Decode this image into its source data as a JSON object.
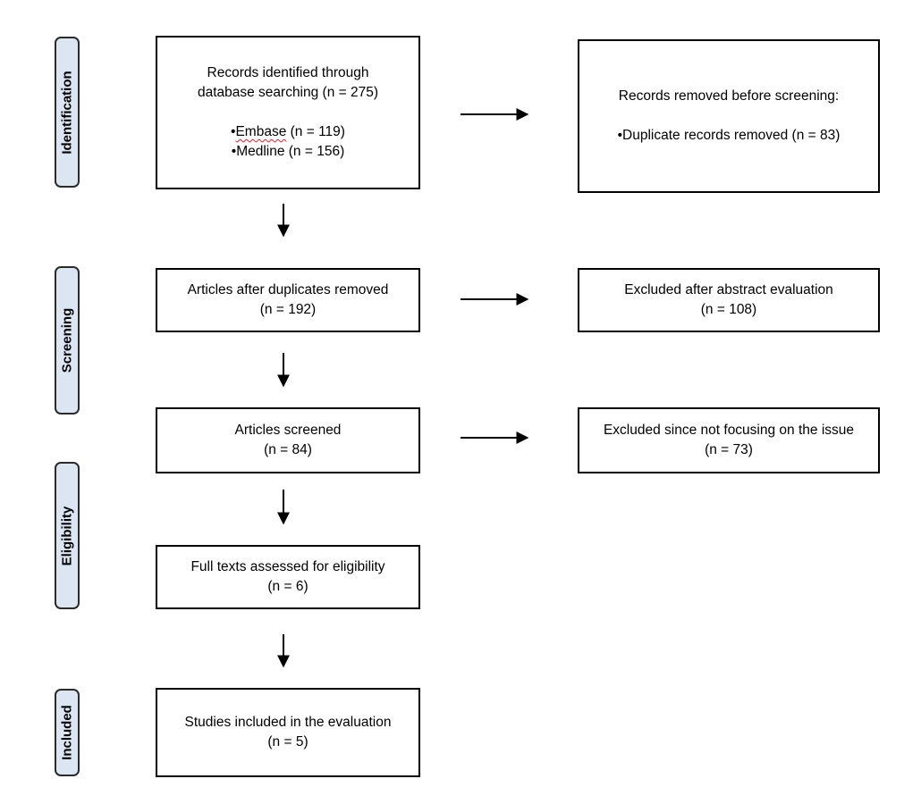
{
  "phases": {
    "identification": "Identification",
    "screening": "Screening",
    "eligibility": "Eligibility",
    "included": "Included"
  },
  "identified": {
    "line1": "Records identified through",
    "line2": "database searching (n = 275)",
    "embase_name": "Embase",
    "embase_count": " (n = 119)",
    "medline": "Medline (n = 156)"
  },
  "removed_before": {
    "title": "Records removed before screening:",
    "duplicates": "Duplicate records removed (n = 83)"
  },
  "after_duplicates": {
    "line1": "Articles after duplicates removed",
    "line2": "(n = 192)"
  },
  "excluded_abstract": {
    "line1": "Excluded after abstract evaluation",
    "line2": "(n = 108)"
  },
  "screened": {
    "line1": "Articles screened",
    "line2": "(n = 84)"
  },
  "excluded_issue": {
    "line1": "Excluded since not focusing on the issue",
    "line2": "(n = 73)"
  },
  "full_texts": {
    "line1": "Full texts assessed for eligibility",
    "line2": "(n = 6)"
  },
  "included_studies": {
    "line1": "Studies included in the evaluation",
    "line2": "(n = 5)"
  }
}
